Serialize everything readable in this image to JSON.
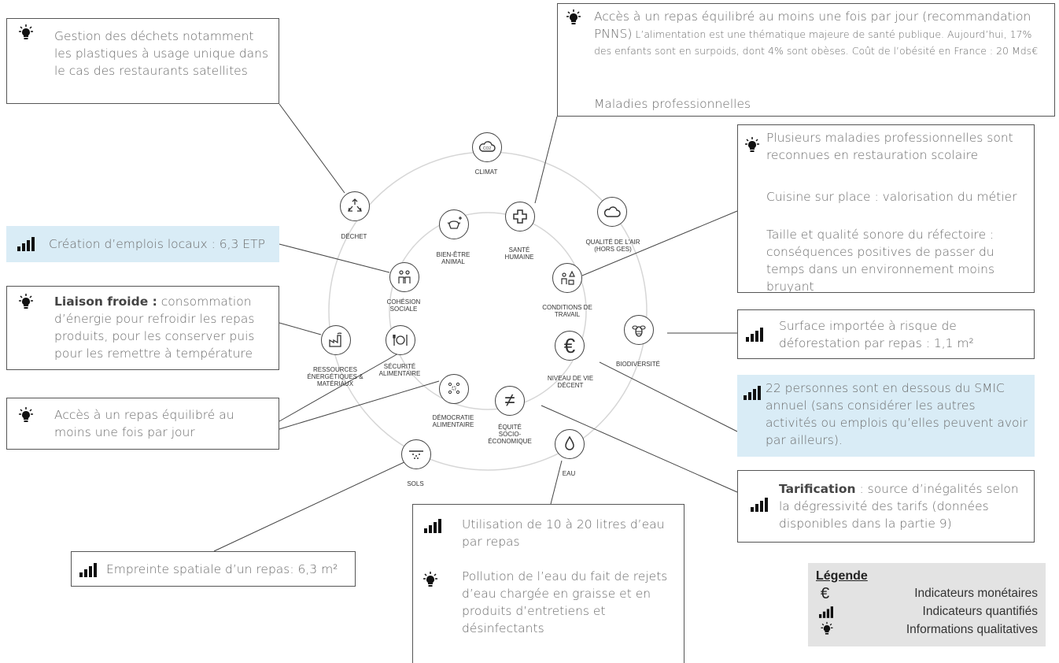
{
  "nodes": {
    "climat": "CLIMAT",
    "dechet": "DÉCHET",
    "bien_etre_animal": [
      "BIEN-ÊTRE",
      "ANIMAL"
    ],
    "sante_humaine": [
      "SANTÉ",
      "HUMAINE"
    ],
    "qualite_air": [
      "QUALITÉ DE L'AIR",
      "(HORS GES)"
    ],
    "cohesion_sociale": [
      "COHÉSION",
      "SOCIALE"
    ],
    "conditions_travail": [
      "CONDITIONS DE",
      "TRAVAIL"
    ],
    "ressources": [
      "RESSOURCES",
      "ÉNERGÉTIQUES &",
      "MATÉRIAUX"
    ],
    "securite_alimentaire": [
      "SÉCURITÉ",
      "ALIMENTAIRE"
    ],
    "biodiversite": "BIODIVERSITÉ",
    "niveau_vie": [
      "NIVEAU DE VIE",
      "DÉCENT"
    ],
    "democratie": [
      "DÉMOCRATIE",
      "ALIMENTAIRE"
    ],
    "equite": [
      "ÉQUITÉ",
      "SOCIO-",
      "ÉCONOMIQUE"
    ],
    "eau": "EAU",
    "sols": "SOLS",
    "co2_text": "CO2",
    "euro_symbol": "€",
    "neq_symbol": "≠"
  },
  "boxes": {
    "dechets": "Gestion des déchets notamment les plastiques à usage unique dans le cas des restaurants satellites",
    "emplois": "Création d’emplois locaux : 6,3 ETP",
    "liaison_bold": "Liaison froide :",
    "liaison_rest": " consommation d’énergie pour refroidir les repas produits, pour les conserver puis pour les remettre à température",
    "acces_repas": "Accès à un repas équilibré au moins une fois par jour",
    "empreinte": "Empreinte spatiale d’un repas: 6,3 m²",
    "eau_1": "Utilisation de 10 à 20 litres d’eau par repas",
    "eau_2": "Pollution de l’eau du fait de rejets d’eau chargée en graisse et en produits d’entretiens et désinfectants",
    "pnns_title": "Accès à un repas équilibré au moins une fois par jour (recommandation PNNS)",
    "pnns_small": " L’alimentation est une thématique majeure de santé publique. Aujourd’hui, 17% des enfants sont en surpoids, dont 4% sont obèses. Coût de l’obésité en France : 20 Mds€",
    "pnns_2": "Maladies professionnelles",
    "travail_1": "Plusieurs maladies professionnelles sont reconnues en restauration scolaire",
    "travail_2": "Cuisine sur place : valorisation du métier",
    "travail_3": "Taille et qualité sonore du réfectoire : conséquences positives de passer du temps dans un environnement moins bruyant",
    "surface": "Surface importée à risque de déforestation par repas : 1,1 m²",
    "smic": "22 personnes sont en dessous du SMIC annuel (sans considérer les autres activités ou emplois qu’elles peuvent avoir par ailleurs).",
    "tarif_bold": "Tarification",
    "tarif_rest": " : source d’inégalités selon la dégressivité des tarifs (données disponibles dans la partie 9)"
  },
  "legend": {
    "title": "Légende",
    "items": [
      "Indicateurs monétaires",
      "Indicateurs quantifiés",
      "Informations qualitatives"
    ]
  }
}
